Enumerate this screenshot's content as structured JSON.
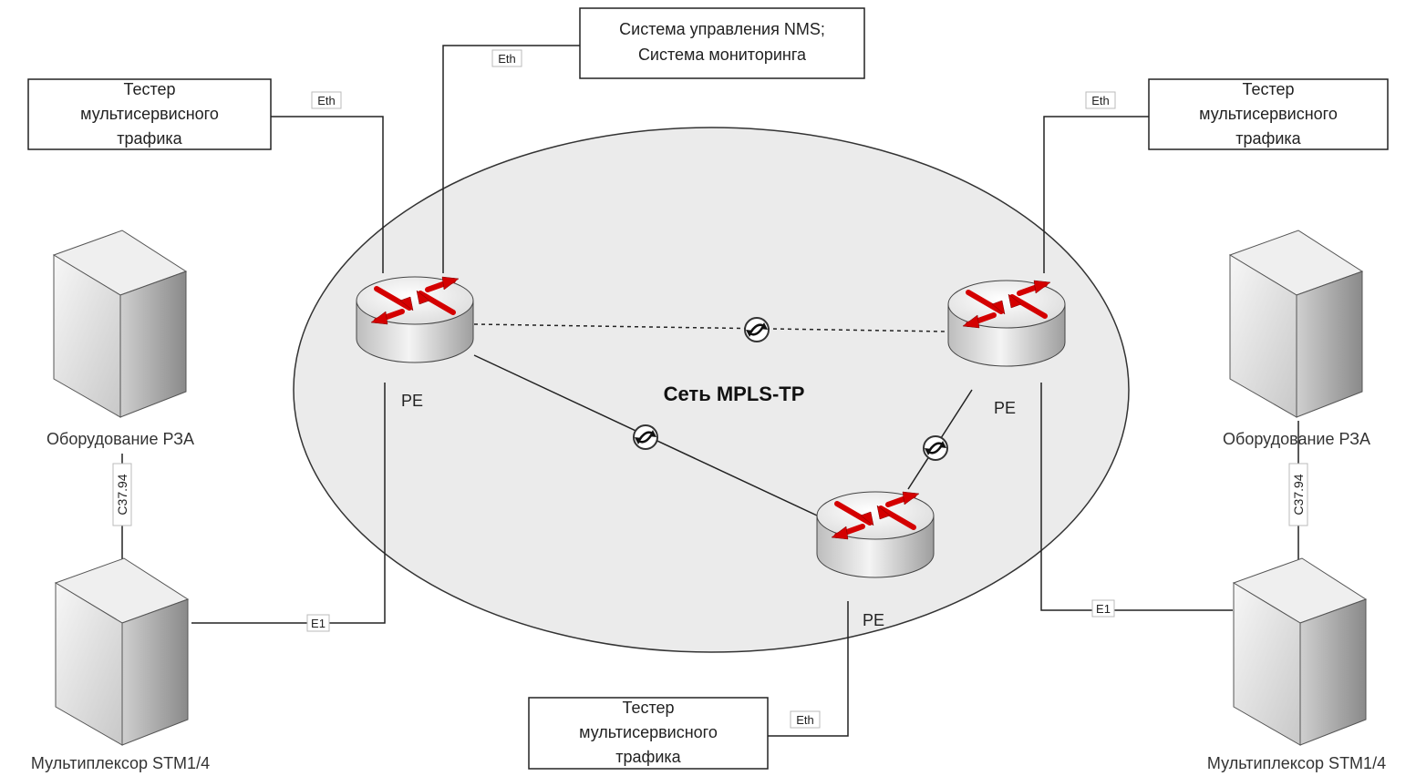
{
  "network": {
    "title": "Сеть MPLS-TP",
    "router_label": "PE"
  },
  "nms": {
    "line1": "Система управления NMS;",
    "line2": "Система мониторинга"
  },
  "tester": {
    "line1": "Тестер",
    "line2": "мультисервисного",
    "line3": "трафика"
  },
  "links": {
    "eth": "Eth",
    "e1": "E1",
    "c3794": "C37.94"
  },
  "devices": {
    "rza": "Оборудование РЗА",
    "mux": "Мультиплексор STM1/4"
  },
  "colors": {
    "cloud_fill": "#ebebeb",
    "arrow_red": "#d40000",
    "line": "#1a1a1a"
  }
}
